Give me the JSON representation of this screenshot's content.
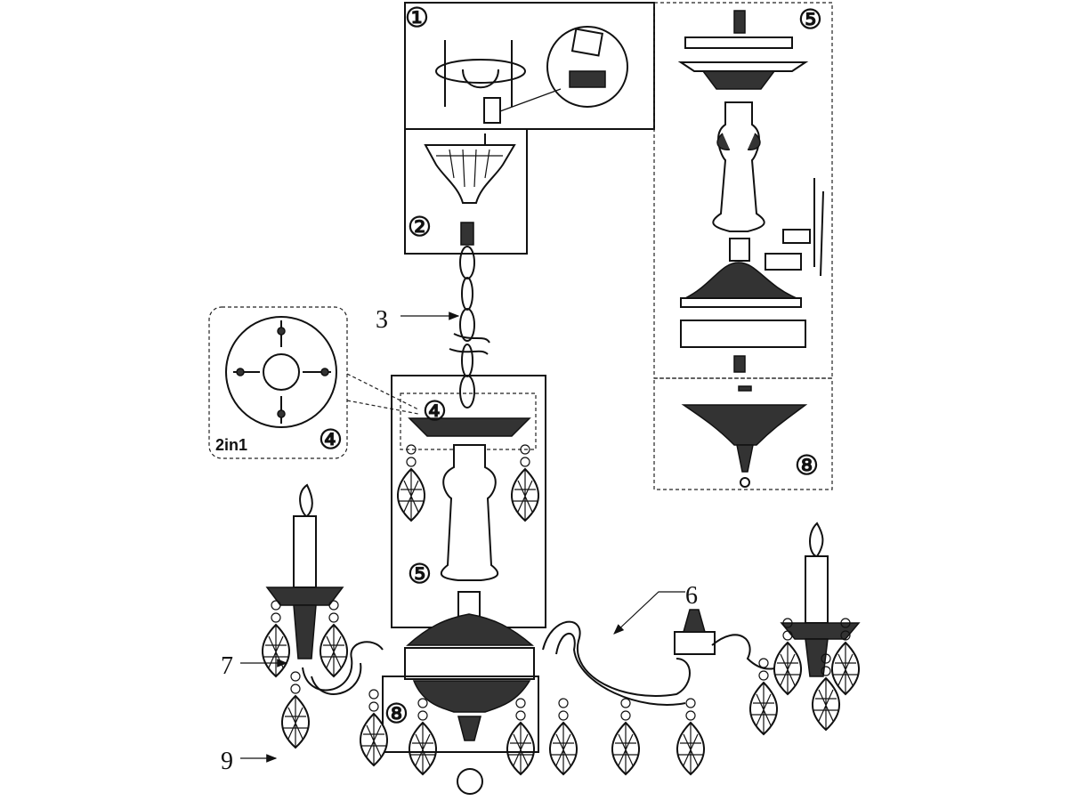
{
  "diagram": {
    "title": "Chandelier assembly diagram",
    "step_labels": {
      "s1": "①",
      "s2": "②",
      "s3": "3",
      "s4_main": "④",
      "s4_detail": "④",
      "detail_caption": "2in1",
      "s5_detail": "⑤",
      "s5_main": "⑤",
      "s6": "6",
      "s7": "7",
      "s8_detail": "⑧",
      "s8_main": "⑧",
      "s9": "9"
    }
  }
}
